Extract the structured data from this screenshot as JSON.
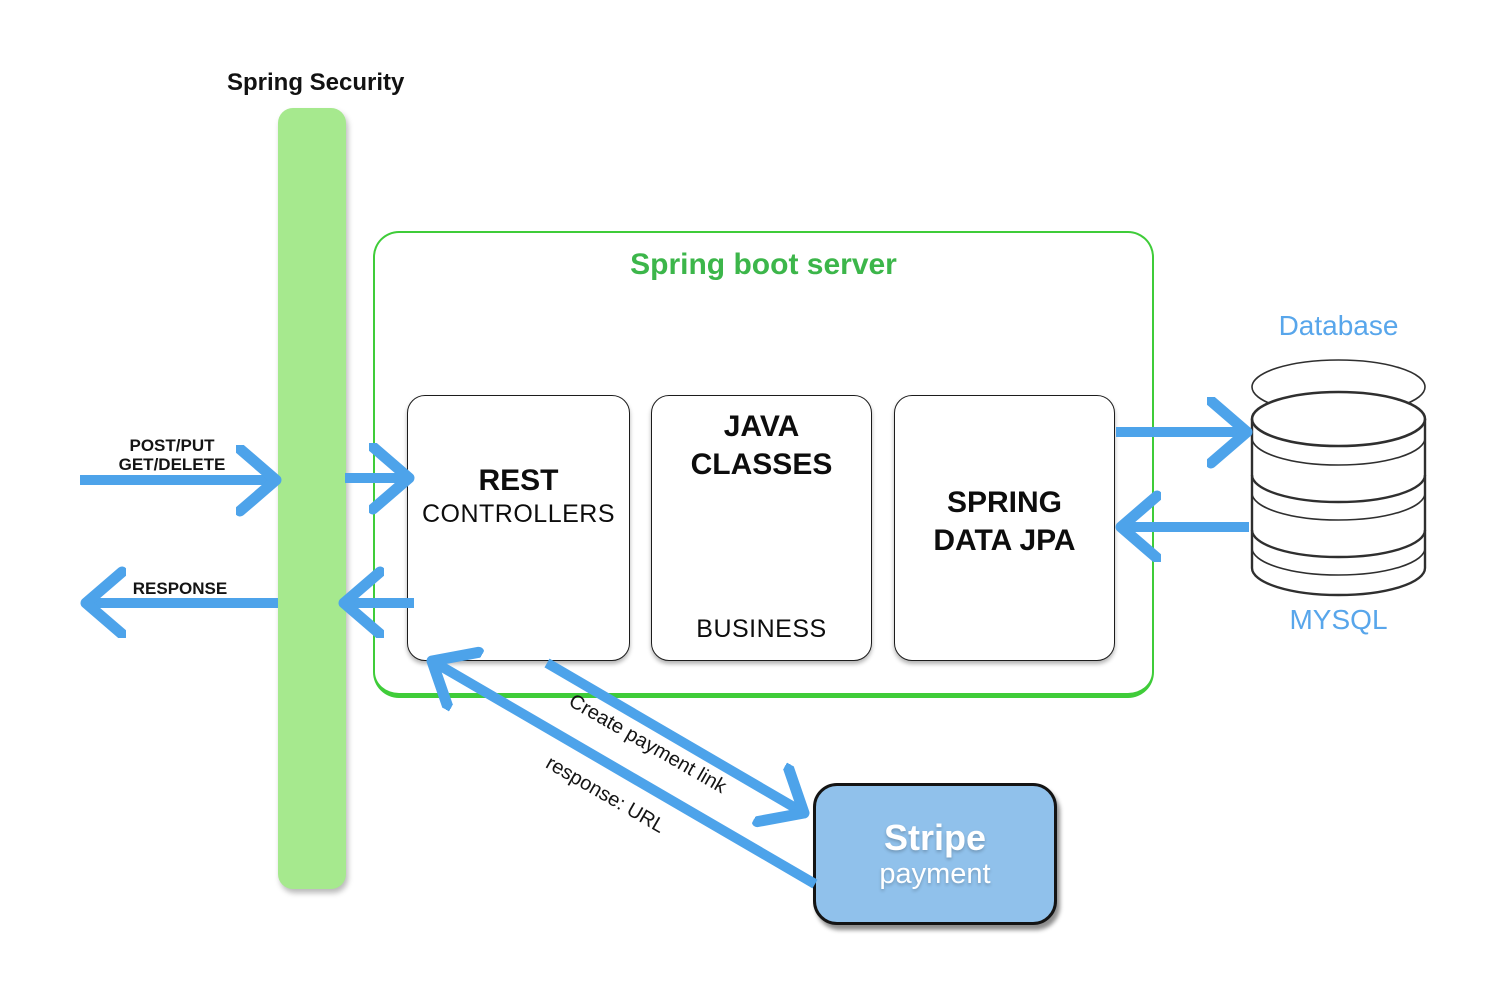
{
  "labels": {
    "spring_security": "Spring Security",
    "post_put": "POST/PUT",
    "get_delete": "GET/DELETE",
    "response": "RESPONSE",
    "create_payment_link": "Create payment link",
    "response_url": "response: URL"
  },
  "server": {
    "title": "Spring boot server",
    "rest": {
      "title": "REST",
      "subtitle": "CONTROLLERS"
    },
    "java": {
      "line1": "JAVA",
      "line2": "CLASSES",
      "footer": "BUSINESS"
    },
    "jpa": {
      "line1": "SPRING",
      "line2": "DATA JPA"
    }
  },
  "database": {
    "label": "Database",
    "engine": "MYSQL"
  },
  "stripe": {
    "title": "Stripe",
    "subtitle": "payment"
  },
  "colors": {
    "arrow_blue": "#4da3ea",
    "security_bar_green": "#a6e98e",
    "server_border_green": "#3fcc39",
    "server_title_green": "#3cb64a",
    "stripe_fill_blue": "#90c1eb",
    "database_text_blue": "#58a6eb",
    "box_border_dark": "#1c1c1c"
  }
}
